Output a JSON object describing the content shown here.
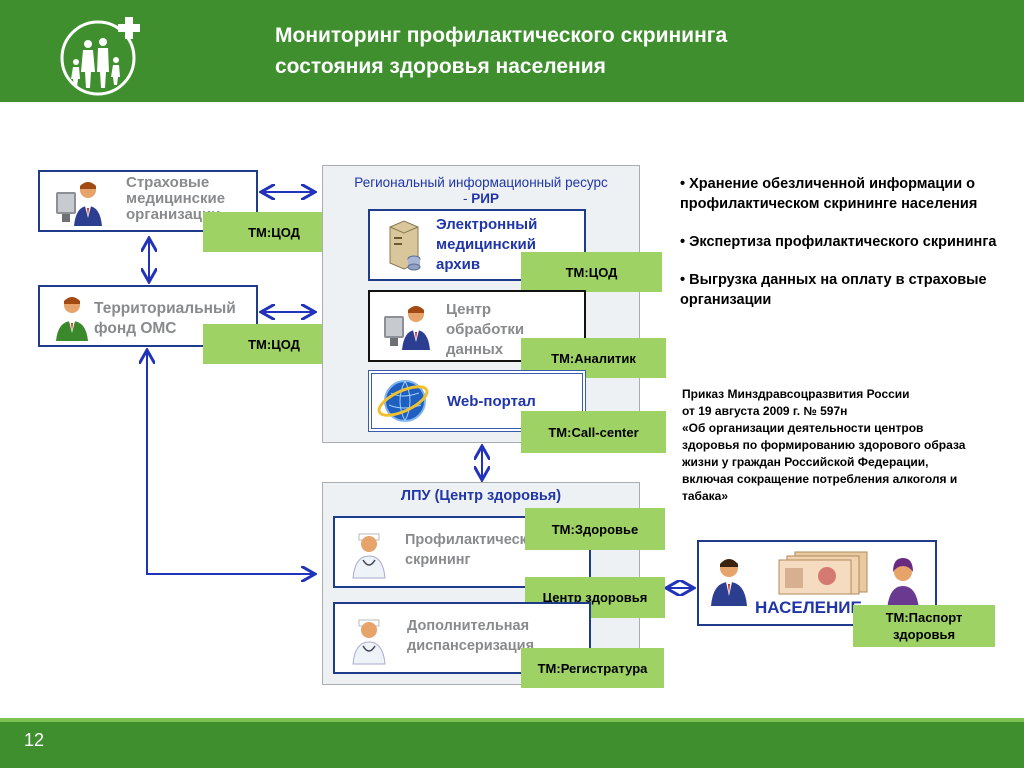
{
  "title": {
    "line1": "Мониторинг профилактического скрининга",
    "line2": "состояния здоровья населения"
  },
  "page_number": "12",
  "left": {
    "insurance": {
      "label": "Страховые медицинские организации",
      "tag": "ТМ:ЦОД"
    },
    "oms": {
      "label": "Территориальный фонд ОМС",
      "tag": "ТМ:ЦОД"
    }
  },
  "rir": {
    "title": "Региональный информационный ресурс",
    "title_dash": "- ",
    "title_bold": "РИР",
    "archive": {
      "label": "Электронный медицинский архив",
      "tag": "ТМ:ЦОД"
    },
    "center": {
      "label": "Центр обработки данных",
      "tag": "ТМ:Аналитик"
    },
    "portal": {
      "label": "Web-портал",
      "tag": "ТМ:Call-center"
    }
  },
  "lpu": {
    "title": "ЛПУ (Центр здоровья)",
    "screening": {
      "label": "Профилактический скрининг",
      "tag": "ТМ:Здоровье"
    },
    "health_center_tag": "Центр здоровья",
    "dispensary": {
      "label": "Дополнительная диспансеризация",
      "tag": "ТМ:Регистратура"
    }
  },
  "population": {
    "label": "НАСЕЛЕНИЕ",
    "tag": "ТМ:Паспорт здоровья"
  },
  "bullets": [
    "• Хранение обезличенной информации о профилактическом скрининге населения",
    "• Экспертиза профилактического скрининга",
    "• Выгрузка данных на оплату в страховые организации"
  ],
  "order": {
    "line1": "Приказ Минздравсоцразвития России",
    "line2": "от 19 августа 2009 г. № 597н",
    "line3": "«Об организации деятельности центров здоровья по формированию здорового образа жизни у граждан Российской Федерации, включая сокращение потребления алкоголя и табака»"
  },
  "colors": {
    "header_green": "#3f8f2e",
    "tag_green": "#9ed264",
    "border_blue": "#1f3c8c",
    "arrow_blue": "#2233bb"
  },
  "icons": {
    "logo": "family-logo-icon",
    "person": "person-at-computer-icon",
    "server": "server-icon",
    "globe": "globe-icon",
    "doctor": "doctor-icon",
    "passports": "passport-documents-icon"
  }
}
